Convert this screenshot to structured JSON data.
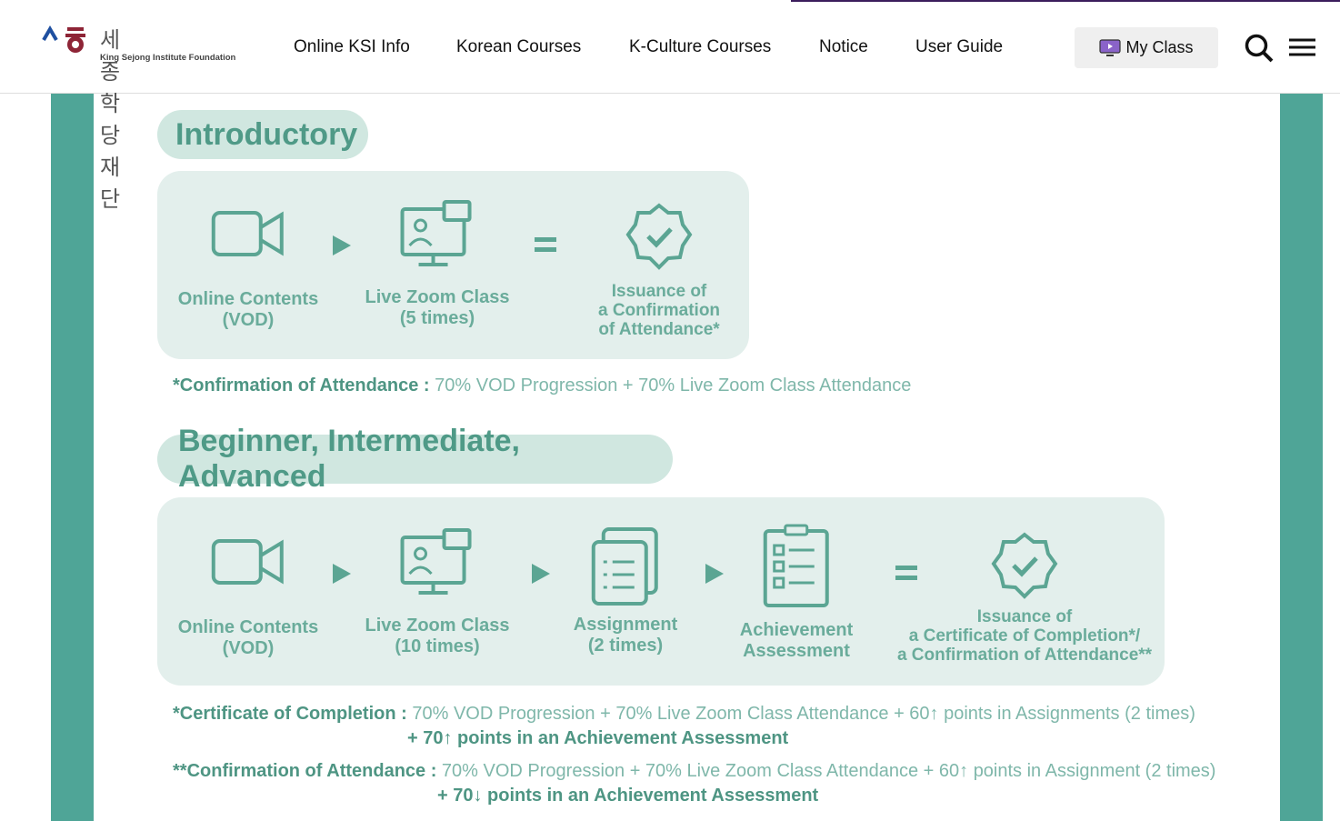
{
  "header": {
    "logo_ko": "세종학당재단",
    "logo_en": "King Sejong Institute Foundation",
    "nav": [
      "Online KSI Info",
      "Korean Courses",
      "K-Culture Courses",
      "Notice",
      "User Guide"
    ],
    "my_class": "My Class"
  },
  "intro": {
    "title": "Introductory",
    "steps": [
      {
        "l1": "Online Contents",
        "l2": "(VOD)"
      },
      {
        "l1": "Live Zoom Class",
        "l2": "(5 times)"
      }
    ],
    "result": {
      "l1": "Issuance of",
      "l2": "a Confirmation",
      "l3": "of Attendance*"
    },
    "note_label": "*Confirmation of Attendance :",
    "note_text": " 70% VOD Progression + 70% Live Zoom Class Attendance"
  },
  "adv": {
    "title": "Beginner, Intermediate, Advanced",
    "steps": [
      {
        "l1": "Online Contents",
        "l2": "(VOD)"
      },
      {
        "l1": "Live Zoom Class",
        "l2": "(10 times)"
      },
      {
        "l1": "Assignment",
        "l2": "(2 times)"
      },
      {
        "l1": "Achievement",
        "l2": "Assessment"
      }
    ],
    "result": {
      "l1": "Issuance of",
      "l2": "a Certificate of Completion*/",
      "l3": "a Confirmation of Attendance**"
    },
    "note1_label": "*Certificate of Completion :",
    "note1_text": " 70% VOD Progression + 70% Live Zoom Class Attendance + 60↑ points in Assignments (2 times)",
    "note1_line2": "+ 70↑ points in an Achievement Assessment",
    "note2_label": "**Confirmation of Attendance :",
    "note2_text": " 70% VOD Progression + 70% Live Zoom Class Attendance + 60↑ points in Assignment (2 times)",
    "note2_line2": "+ 70↓ points in an Achievement Assessment"
  },
  "colors": {
    "teal": "#4fa597",
    "accent_purple": "#3b1d5c"
  }
}
